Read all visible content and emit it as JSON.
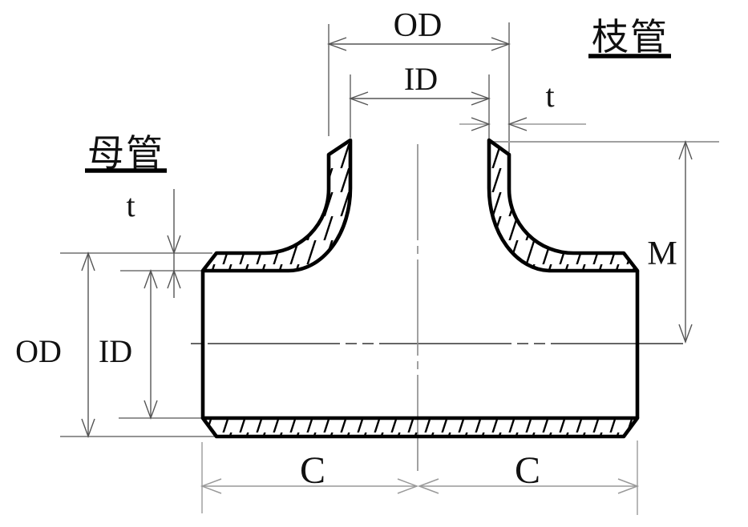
{
  "figure": {
    "type": "engineering-section-drawing",
    "subject": "butt-weld pipe tee cross-section",
    "labels": {
      "branch_pipe_title": "枝管",
      "trunk_pipe_title": "母管"
    },
    "dimensions": {
      "branch_outer_diameter": "OD",
      "branch_inner_diameter": "ID",
      "branch_wall_thickness": "t",
      "trunk_outer_diameter": "OD",
      "trunk_inner_diameter": "ID",
      "trunk_wall_thickness": "t",
      "center_to_branch_end": "M",
      "center_to_run_end_left": "C",
      "center_to_run_end_right": "C"
    },
    "colors": {
      "outline": "#000000",
      "hatch": "#000000",
      "dimension_lines": "#555555",
      "light_dimension_lines": "#999999",
      "background": "#ffffff",
      "text": "#111111"
    }
  }
}
